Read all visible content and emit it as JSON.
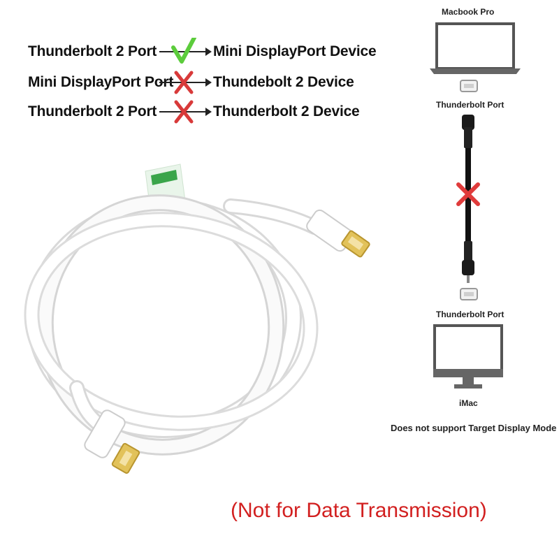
{
  "compatibility": {
    "rows": [
      {
        "from": "Thunderbolt 2 Port",
        "to": "Mini DisplayPort Device",
        "supported": true
      },
      {
        "from": "Mini DisplayPort Port",
        "to": "Thundebolt 2 Device",
        "supported": false
      },
      {
        "from": "Thunderbolt 2 Port",
        "to": "Thunderbolt 2 Device",
        "supported": false
      }
    ]
  },
  "diagram": {
    "top_device": "Macbook Pro",
    "top_port": "Thunderbolt Port",
    "bottom_port": "Thunderbolt Port",
    "bottom_device": "iMac",
    "caption": "Does not support Target Display Mode"
  },
  "note": "(Not for Data Transmission)",
  "colors": {
    "check": "#5ccc3c",
    "cross": "#d83a3a",
    "note": "#d22020"
  },
  "icons": {
    "supported": "check-icon",
    "unsupported": "cross-icon"
  }
}
